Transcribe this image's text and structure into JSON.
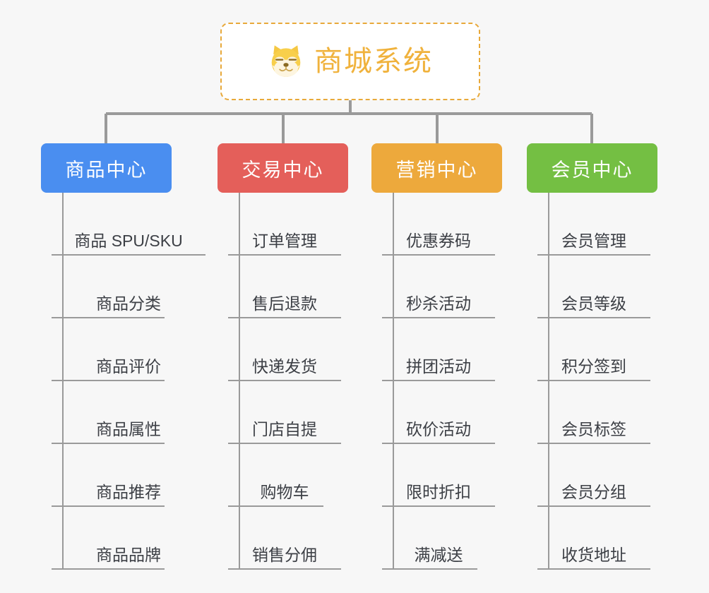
{
  "root": {
    "title": "商城系统",
    "icon": "shiba-dog-icon",
    "border_color": "#e8a93a",
    "text_color": "#f0b23c",
    "background": "#ffffff"
  },
  "canvas": {
    "background": "#f7f7f7",
    "connector_color": "#9a9a9a",
    "leaf_text_color": "#3c3f45"
  },
  "branches": [
    {
      "label": "商品中心",
      "color": "#4a8ef0",
      "leaves": [
        {
          "label": "商品 SPU/SKU",
          "rule_width": 218
        },
        {
          "label": "商品分类",
          "rule_width": 160
        },
        {
          "label": "商品评价",
          "rule_width": 160
        },
        {
          "label": "商品属性",
          "rule_width": 160
        },
        {
          "label": "商品推荐",
          "rule_width": 160
        },
        {
          "label": "商品品牌",
          "rule_width": 160
        }
      ]
    },
    {
      "label": "交易中心",
      "color": "#e45f5a",
      "leaves": [
        {
          "label": "订单管理",
          "rule_width": 160
        },
        {
          "label": "售后退款",
          "rule_width": 160
        },
        {
          "label": "快递发货",
          "rule_width": 160
        },
        {
          "label": "门店自提",
          "rule_width": 160
        },
        {
          "label": "购物车",
          "rule_width": 135
        },
        {
          "label": "销售分佣",
          "rule_width": 160
        }
      ]
    },
    {
      "label": "营销中心",
      "color": "#eda93c",
      "leaves": [
        {
          "label": "优惠券码",
          "rule_width": 160
        },
        {
          "label": "秒杀活动",
          "rule_width": 160
        },
        {
          "label": "拼团活动",
          "rule_width": 160
        },
        {
          "label": "砍价活动",
          "rule_width": 160
        },
        {
          "label": "限时折扣",
          "rule_width": 160
        },
        {
          "label": "满减送",
          "rule_width": 135
        }
      ]
    },
    {
      "label": "会员中心",
      "color": "#74bf43",
      "leaves": [
        {
          "label": "会员管理",
          "rule_width": 160
        },
        {
          "label": "会员等级",
          "rule_width": 160
        },
        {
          "label": "积分签到",
          "rule_width": 160
        },
        {
          "label": "会员标签",
          "rule_width": 160
        },
        {
          "label": "会员分组",
          "rule_width": 160
        },
        {
          "label": "收货地址",
          "rule_width": 160
        }
      ]
    }
  ]
}
